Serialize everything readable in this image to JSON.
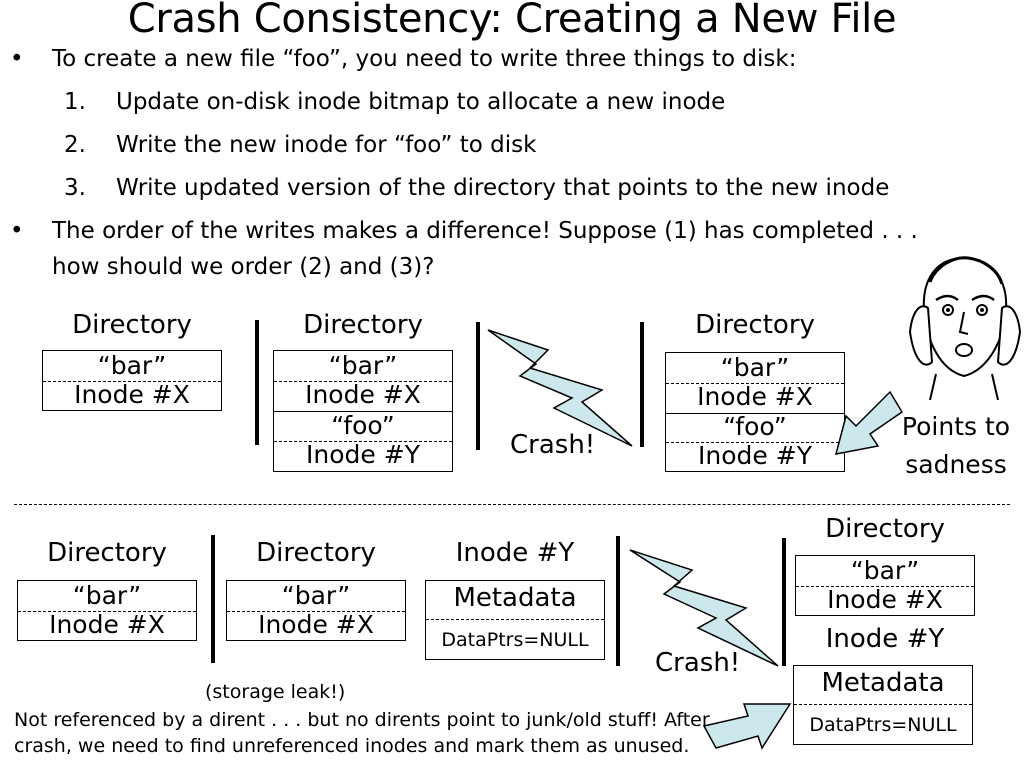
{
  "title": "Crash Consistency: Creating a New File",
  "bullets": {
    "b1": "To create a new file “foo”, you need to write three things to disk:",
    "n1": "1.",
    "s1": "Update on-disk inode bitmap to allocate a new inode",
    "n2": "2.",
    "s2": "Write the new inode for “foo” to disk",
    "n3": "3.",
    "s3": "Write updated version of the directory that points to the new inode",
    "b2_line1": "The order of the writes makes a difference! Suppose (1) has completed . . .",
    "b2_line2": "how should we order (2) and (3)?",
    "bullet_char": "•"
  },
  "top": {
    "d1": {
      "label": "Directory",
      "entry": "“bar”",
      "inode": "Inode #X"
    },
    "d2": {
      "label": "Directory",
      "entry1": "“bar”",
      "inode1": "Inode #X",
      "entry2": "“foo”",
      "inode2": "Inode #Y"
    },
    "crash": "Crash!",
    "d3": {
      "label": "Directory",
      "entry1": "“bar”",
      "inode1": "Inode #X",
      "entry2": "“foo”",
      "inode2": "Inode #Y"
    },
    "points_line1": "Points to",
    "points_line2": "sadness"
  },
  "bottom": {
    "d1": {
      "label": "Directory",
      "entry": "“bar”",
      "inode": "Inode #X"
    },
    "d2": {
      "label": "Directory",
      "entry": "“bar”",
      "inode": "Inode #X"
    },
    "inode": {
      "label": "Inode #Y",
      "meta": "Metadata",
      "ptrs": "DataPtrs=NULL"
    },
    "crash": "Crash!",
    "d3": {
      "label": "Directory",
      "entry": "“bar”",
      "inode": "Inode #X"
    },
    "inode2": {
      "label": "Inode #Y",
      "meta": "Metadata",
      "ptrs": "DataPtrs=NULL"
    },
    "leak": "(storage leak!)",
    "note_line1": "Not referenced by a dirent . . . but no dirents point to junk/old stuff! After",
    "note_line2": "crash, we need to find unreferenced inodes and mark them as unused."
  },
  "colors": {
    "lightning": "#cde8ec",
    "arrow": "#cde8ec",
    "text": "#000000"
  },
  "icons": [
    "lightning-bolt-icon",
    "block-arrow-icon",
    "worried-face-illustration"
  ]
}
